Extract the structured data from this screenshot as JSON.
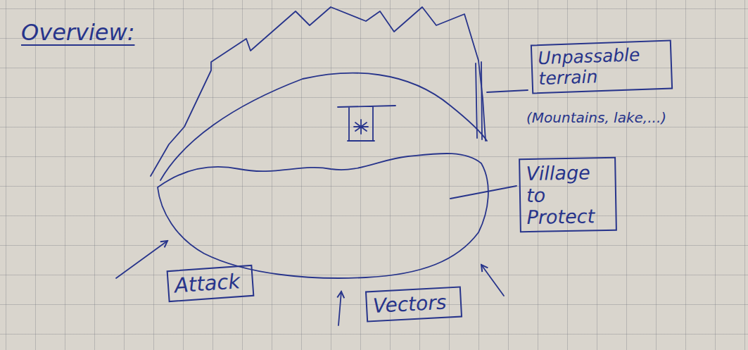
{
  "diagram": {
    "title": "Overview:",
    "nodes": [
      {
        "text": [
          "Unpassable terrain"
        ]
      },
      {
        "text": [
          "Village to Protect"
        ]
      },
      {
        "text": [
          "Attack"
        ]
      },
      {
        "text": [
          "Vectors"
        ]
      }
    ],
    "labels": [
      "(Mountains, lake,...)"
    ]
  }
}
